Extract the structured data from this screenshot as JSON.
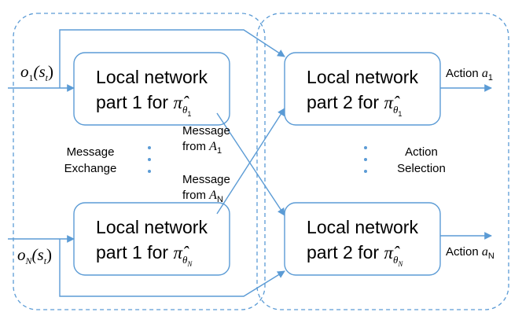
{
  "boxes": {
    "top_left": {
      "line1": "Local network",
      "line2": "part 1 for",
      "pi": "π̂",
      "theta": "θ",
      "sub": "1"
    },
    "bottom_left": {
      "line1": "Local network",
      "line2": "part 1 for",
      "pi": "π̂",
      "theta": "θ",
      "sub": "N"
    },
    "top_right": {
      "line1": "Local network",
      "line2": "part 2 for",
      "pi": "π̂",
      "theta": "θ",
      "sub": "1"
    },
    "bottom_right": {
      "line1": "Local network",
      "line2": "part 2 for",
      "pi": "π̂",
      "theta": "θ",
      "sub": "N"
    }
  },
  "inputs": {
    "top": {
      "o": "o",
      "sub": "1",
      "s": "(s",
      "t": "t",
      "close": ")"
    },
    "bottom": {
      "o": "o",
      "sub": "N",
      "s": "(s",
      "t": "t",
      "close": ")"
    }
  },
  "labels": {
    "message_exchange": [
      "Message",
      "Exchange"
    ],
    "action_selection": [
      "Action",
      "Selection"
    ],
    "message_from_a1": {
      "line1": "Message",
      "prefix": "from ",
      "a": "A",
      "sub": "1"
    },
    "message_from_an": {
      "line1": "Message",
      "prefix": "from ",
      "a": "A",
      "sub": "N"
    },
    "action_a1": {
      "prefix": "Action ",
      "a": "a",
      "sub": "1"
    },
    "action_an": {
      "prefix": "Action ",
      "a": "a",
      "sub": "N"
    }
  },
  "colors": {
    "line": "#5b9bd5",
    "box_border": "#5b9bd5"
  }
}
